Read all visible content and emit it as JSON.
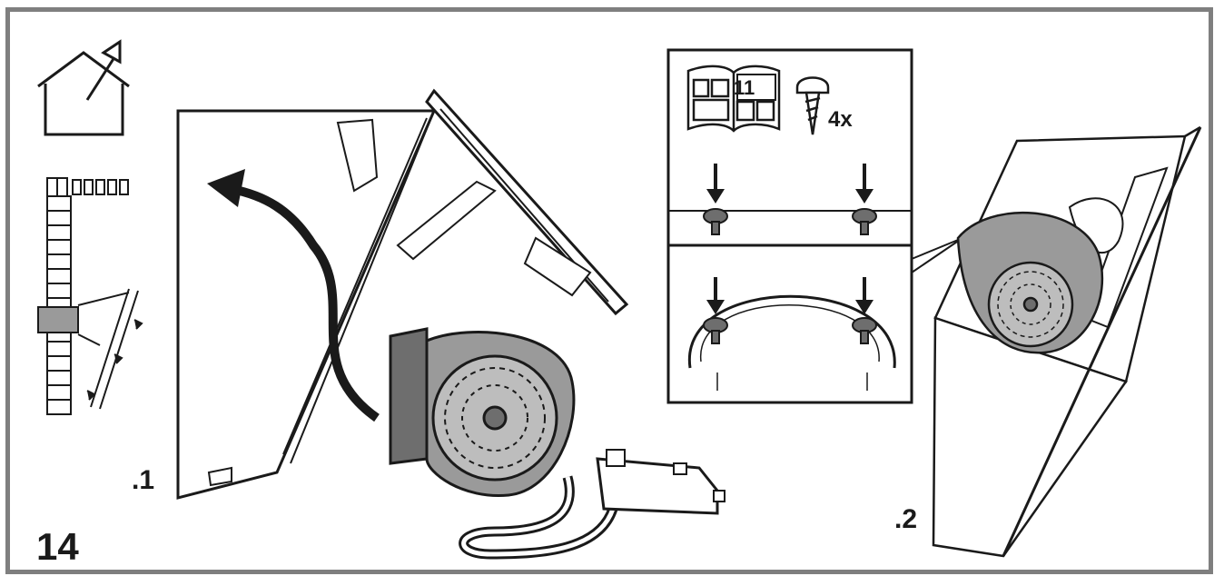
{
  "diagram": {
    "step_number": "14",
    "sub_step_1": ".1",
    "sub_step_2": ".2",
    "manual_page_ref": "11",
    "screw_quantity": "4x"
  },
  "colors": {
    "frame": "#7f7f7f",
    "line": "#1a1a1a",
    "motor_fill": "#9a9a9a",
    "motor_dark": "#6e6e6e"
  },
  "icons": [
    "house-vent-icon",
    "chimney-stack-icon",
    "manual-book-icon",
    "screw-icon",
    "down-arrow-icon",
    "rotate-arrow-icon"
  ]
}
